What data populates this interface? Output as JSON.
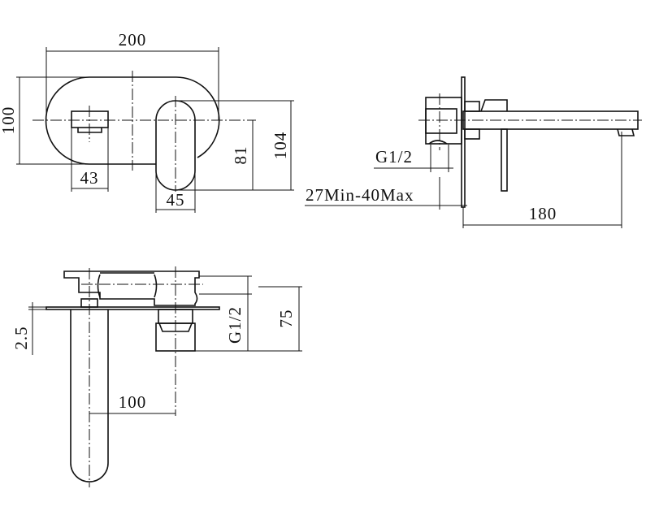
{
  "top_view": {
    "width_dim": "200",
    "height_dim": "100",
    "spout_dim": "43",
    "lever_dim": "45",
    "lever_offset_dim": "81",
    "overall_height_dim": "104"
  },
  "side_view": {
    "thread_dim": "G1/2",
    "wall_dim": "27Min-40Max",
    "reach_dim": "180"
  },
  "front_view": {
    "plate_dim": "2.5",
    "thread_dim": "G1/2",
    "depth_dim": "75",
    "centers_dim": "100"
  }
}
